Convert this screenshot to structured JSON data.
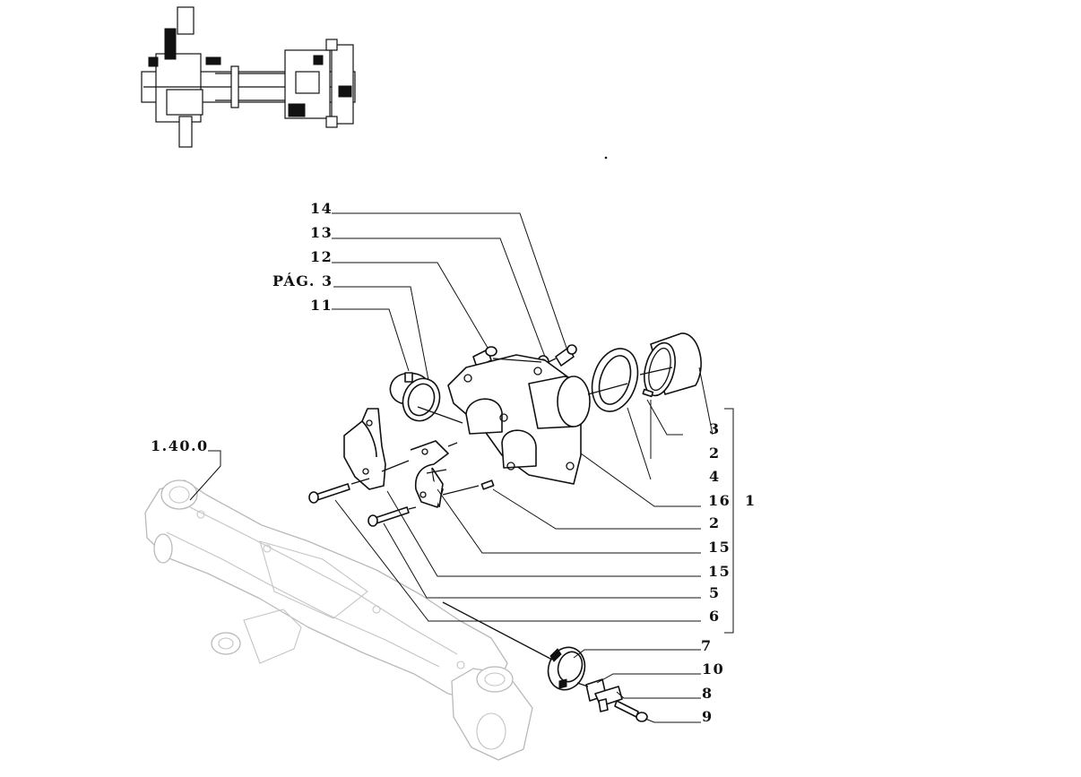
{
  "labels": {
    "p14": "14",
    "p13": "13",
    "p12": "12",
    "pag3": "PÁG. 3",
    "p11": "11",
    "ref": "1.40.0",
    "p3": "3",
    "p2a": "2",
    "p4": "4",
    "p16": "16",
    "p1": "1",
    "p2b": "2",
    "p15a": "15",
    "p15b": "15",
    "p5": "5",
    "p6": "6",
    "p7": "7",
    "p10": "10",
    "p8": "8",
    "p9": "9"
  }
}
